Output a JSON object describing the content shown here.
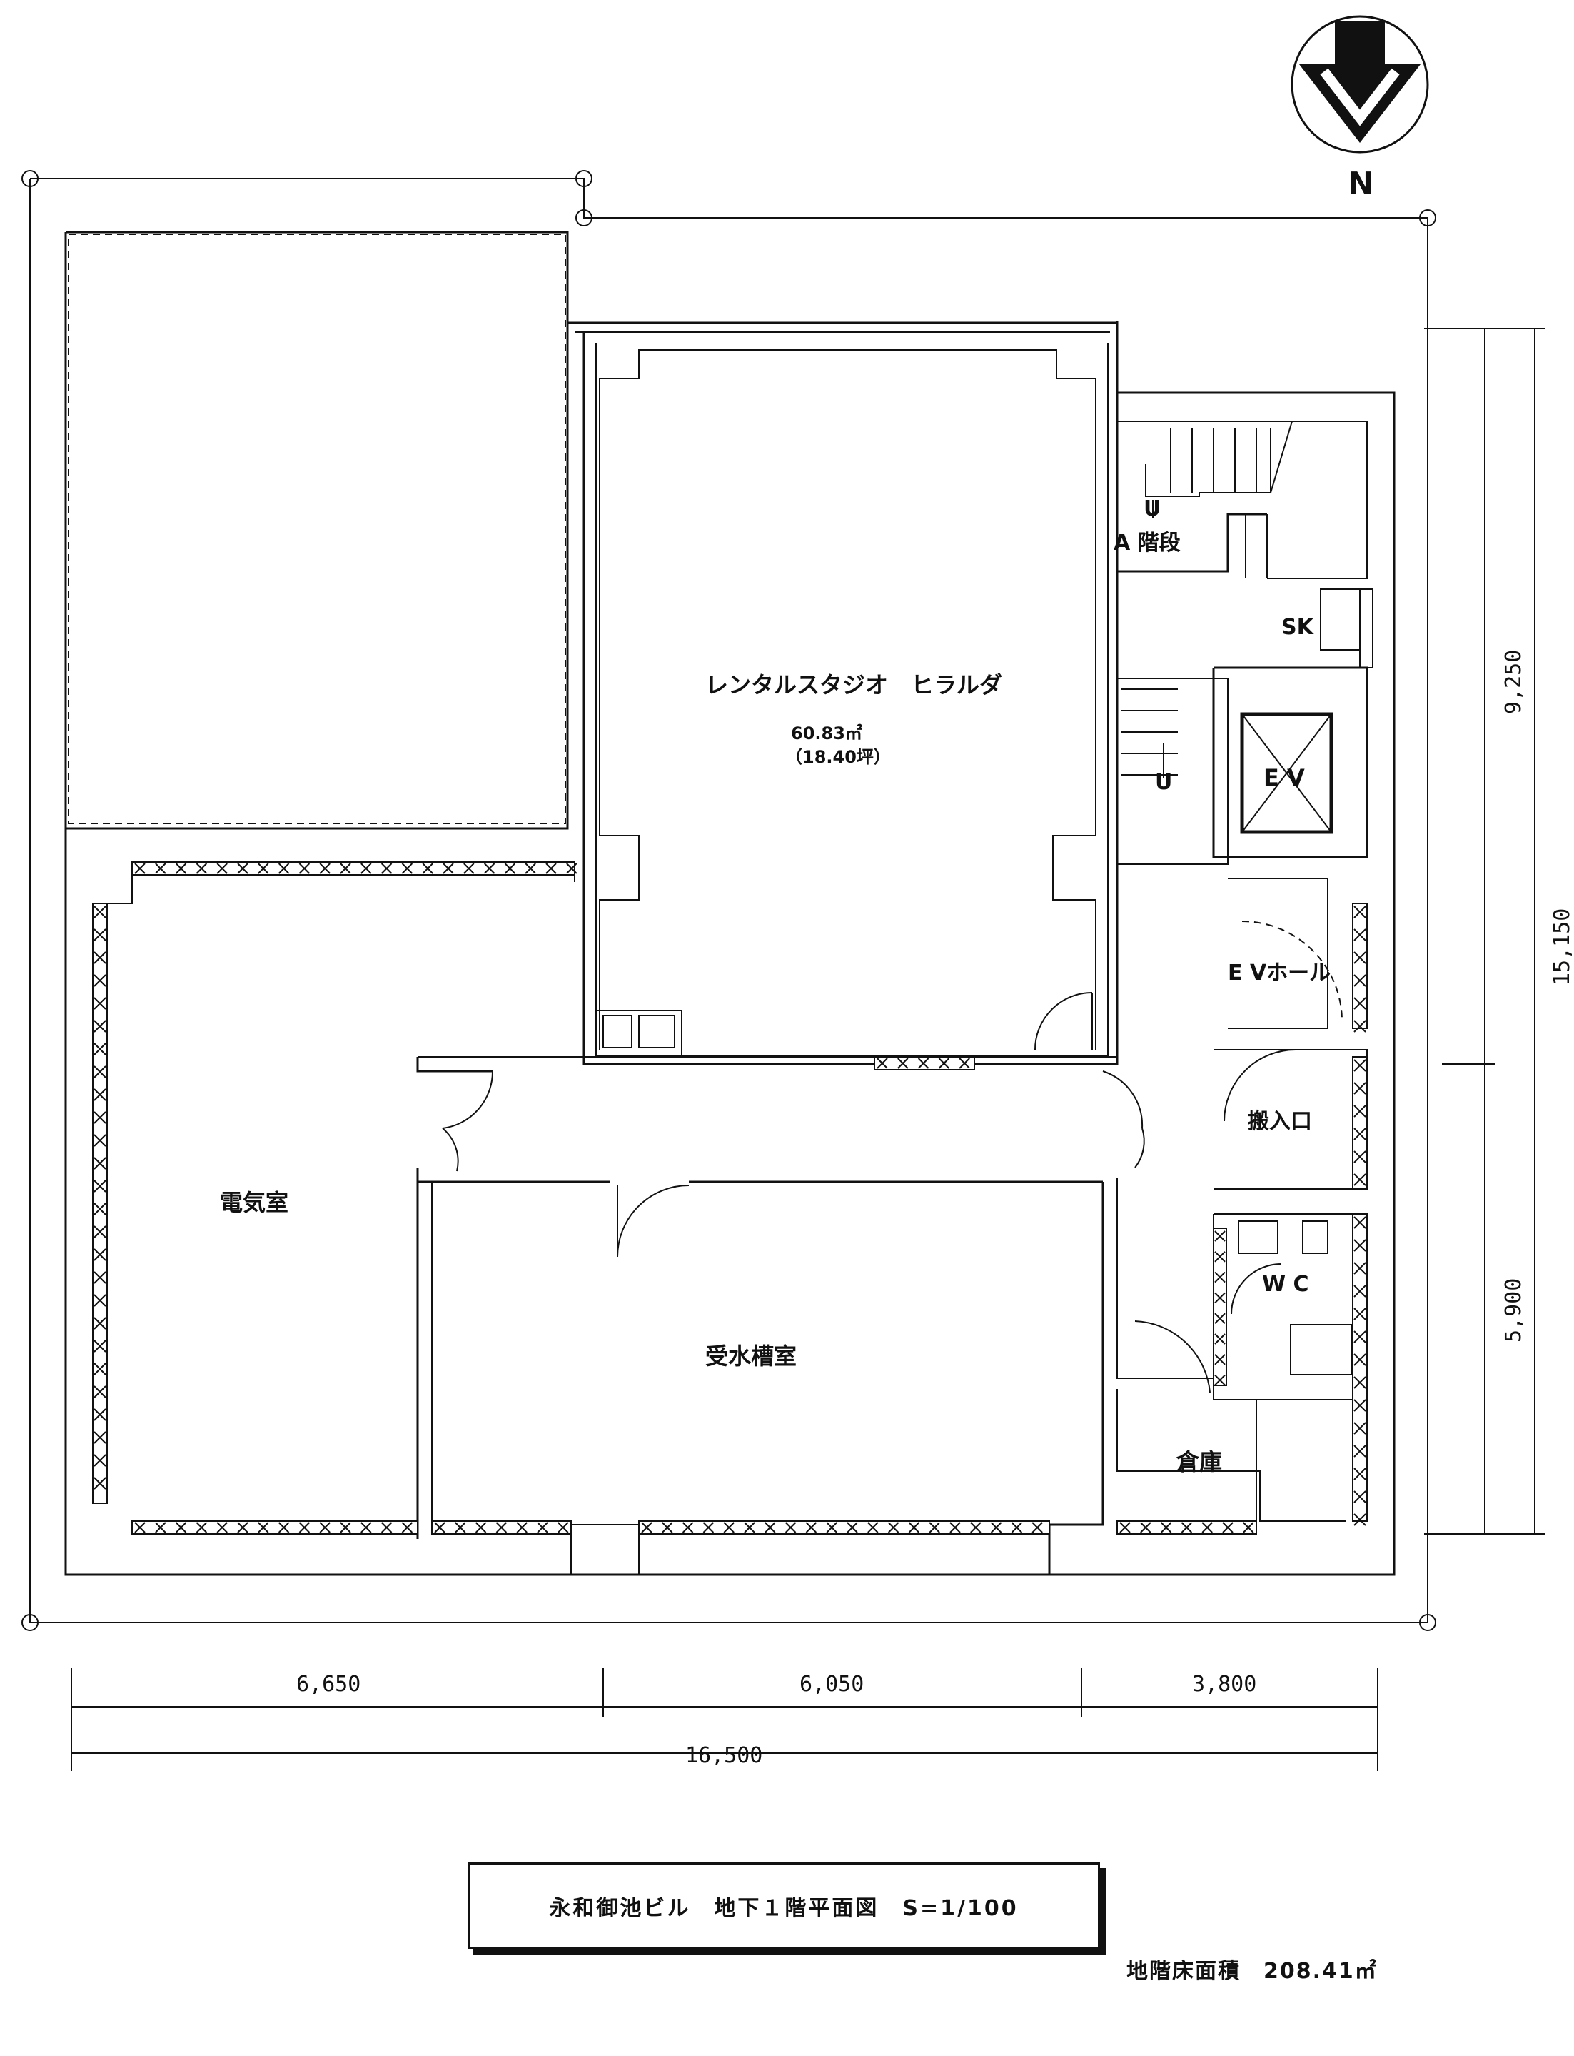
{
  "compass": {
    "letter": "N",
    "icon": "north-arrow-icon"
  },
  "rooms": {
    "rental_studio": {
      "name": "レンタルスタジオ　ヒラルダ",
      "area": "60.83㎡",
      "tsubo": "（18.40坪）"
    },
    "stairs": {
      "up_mark": "U",
      "name": "A 階段"
    },
    "sk": "SK",
    "stairs2_up_mark": "U",
    "ev": "E V",
    "ev_hall": "E Vホール",
    "loading_entrance": "搬入口",
    "wc": "W C",
    "storage": "倉庫",
    "electrical_room": "電気室",
    "water_tank_room": "受水槽室"
  },
  "dimensions": {
    "horizontal": [
      "6,650",
      "6,050",
      "3,800"
    ],
    "horizontal_total": "16,500",
    "vertical": [
      "9,250",
      "5,900"
    ],
    "vertical_total": "15,150"
  },
  "title": "永和御池ビル　地下１階平面図　S=1/100",
  "floor_area_note": "地階床面積　208.41㎡"
}
